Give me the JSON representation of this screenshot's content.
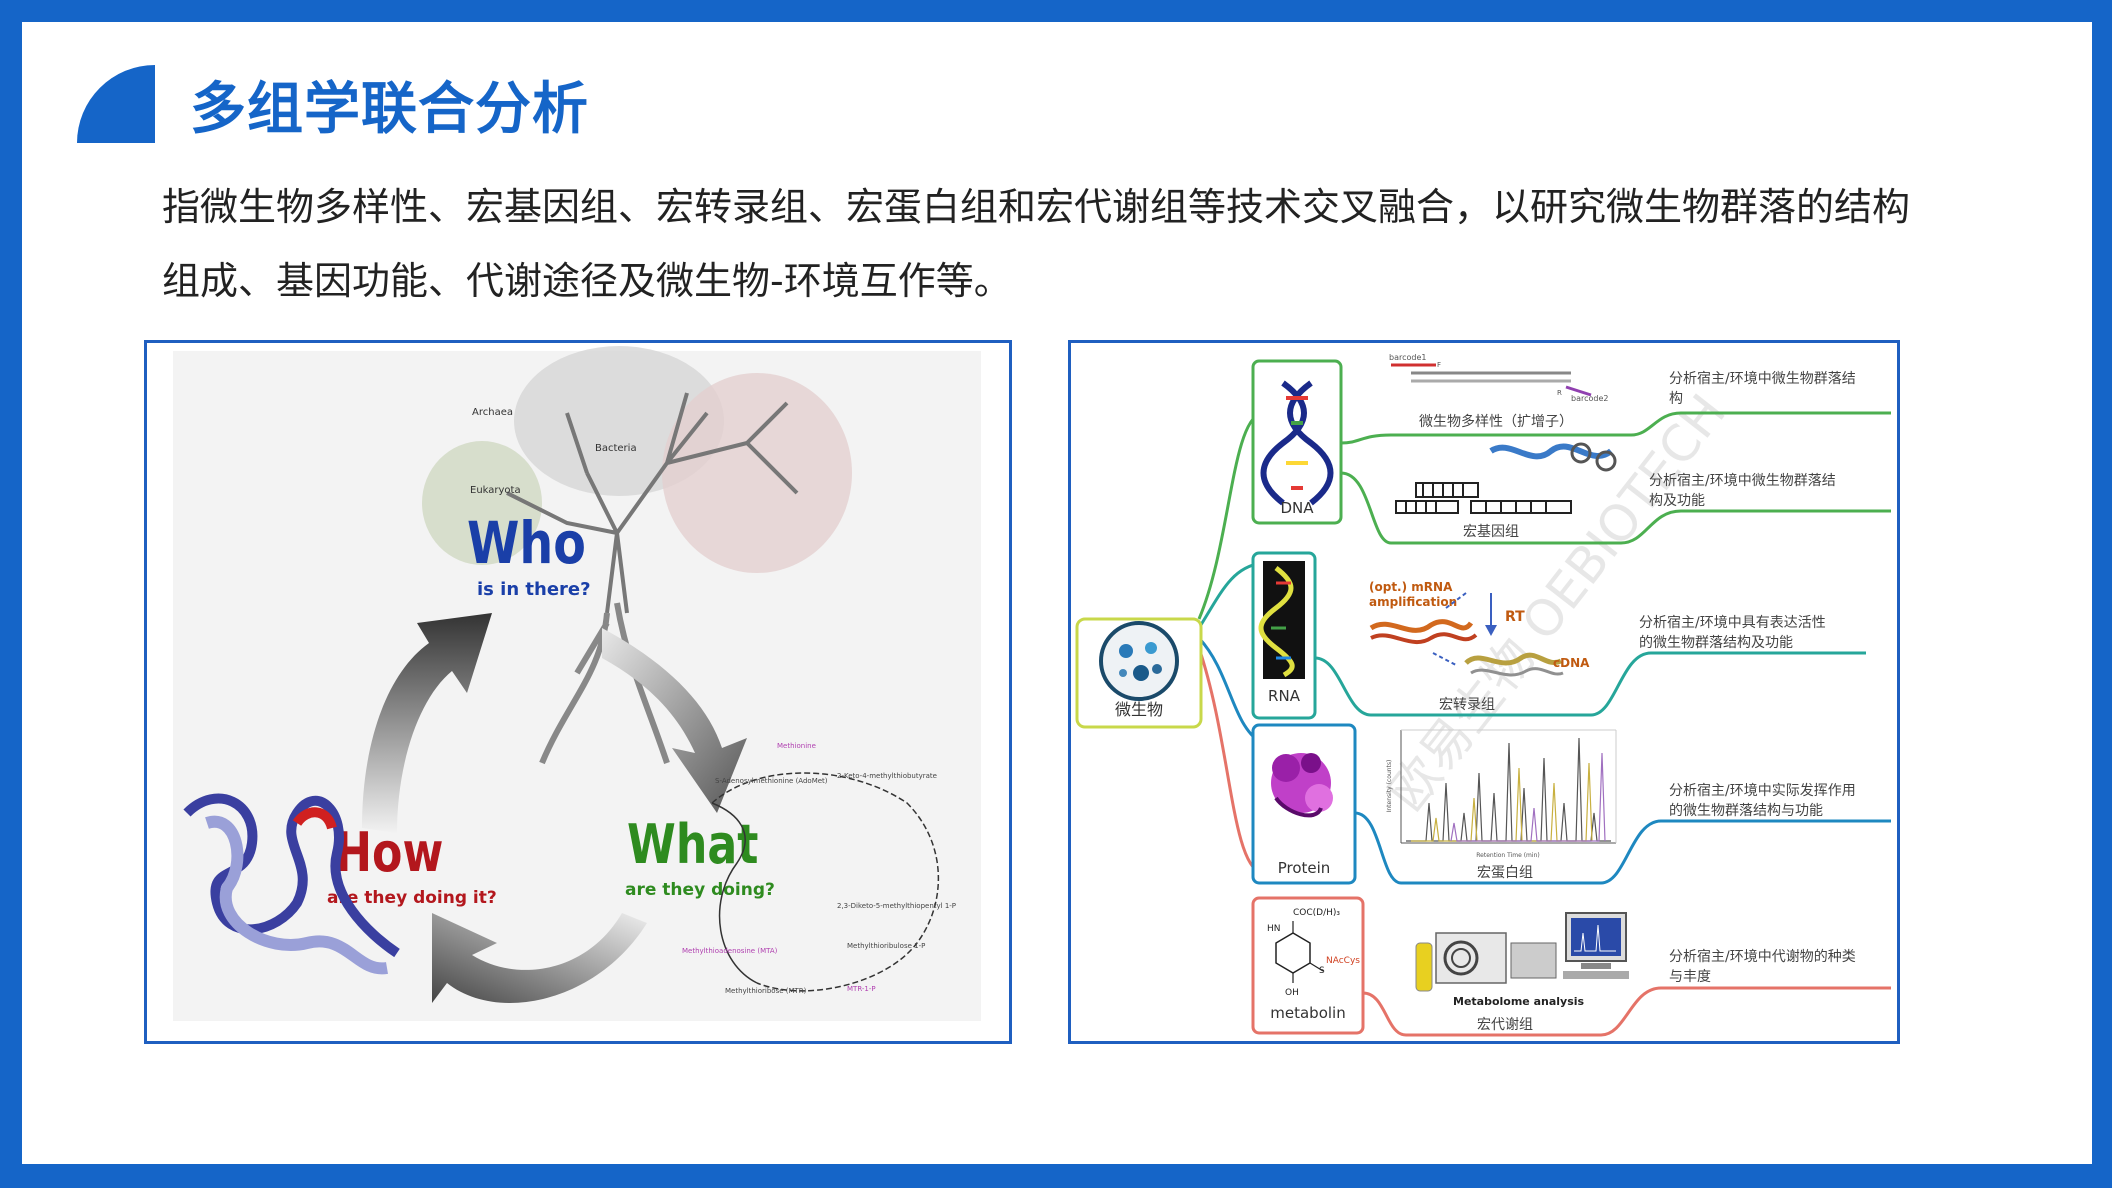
{
  "title": "多组学联合分析",
  "description": "指微生物多样性、宏基因组、宏转录组、宏蛋白组和宏代谢组等技术交叉融合，以研究微生物群落的结构组成、基因功能、代谢途径及微生物-环境互作等。",
  "left_figure": {
    "who": "Who",
    "who_sub": "is in there?",
    "what": "What",
    "what_sub": "are they doing?",
    "how": "How",
    "how_sub": "are they doing it?",
    "tree_labels": {
      "archaea": "Archaea",
      "bacteria": "Bacteria",
      "eukaryota": "Eukaryota"
    },
    "pathway_labels": {
      "methionine": "Methionine",
      "sam": "S-Adenosylmethionine (AdoMet)",
      "mta": "Methylthioadenosine (MTA)",
      "mtr": "Methylthioribose (MTR)",
      "mtr1p": "MTR-1-P",
      "mtrp": "Methylthioribulose 1-P",
      "keto": "2-Keto-4-methylthiobutyrate",
      "diketo": "2,3-Diketo-5-methylthiopentyl 1-P"
    }
  },
  "right_figure": {
    "center": "微生物",
    "branches": [
      {
        "node": "DNA",
        "method": "微生物多样性（扩增子）",
        "desc": "分析宿主/环境中微生物群落结构",
        "color": "#4caf50",
        "barcode1": "barcode1",
        "barcode2": "barcode2",
        "f": "F",
        "r": "R"
      },
      {
        "node": "",
        "method": "宏基因组",
        "desc": "分析宿主/环境中微生物群落结构及功能",
        "color": "#4caf50"
      },
      {
        "node": "RNA",
        "method": "宏转录组",
        "desc": "分析宿主/环境中具有表达活性的微生物群落结构及功能",
        "color": "#26a69a",
        "mrna": "(opt.) mRNA amplification",
        "rt": "RT",
        "cdna": "cDNA"
      },
      {
        "node": "Protein",
        "method": "宏蛋白组",
        "desc": "分析宿主/环境中实际发挥作用的微生物群落结构与功能",
        "color": "#1e88c0",
        "chrom_x": "Retention Time (min)",
        "chrom_y": "Intensity (counts)"
      },
      {
        "node": "metabolin",
        "method": "宏代谢组",
        "desc": "分析宿主/环境中代谢物的种类与丰度",
        "color": "#e57368",
        "analysis": "Metabolome analysis",
        "chem": {
          "hn": "HN",
          "coc": "COC(D/H)₃",
          "nac": "NAcCys",
          "s": "S",
          "oh": "OH"
        }
      }
    ]
  },
  "watermark": "欧易生物 OEBIOTECH",
  "colors": {
    "brand": "#1565c8",
    "frame": "#1f5fc0",
    "green": "#4caf50",
    "teal": "#26a69a",
    "blue": "#1e88c0",
    "red": "#e57368",
    "who": "#1a3fa8",
    "what": "#2e8b1f",
    "how": "#b3171d"
  }
}
